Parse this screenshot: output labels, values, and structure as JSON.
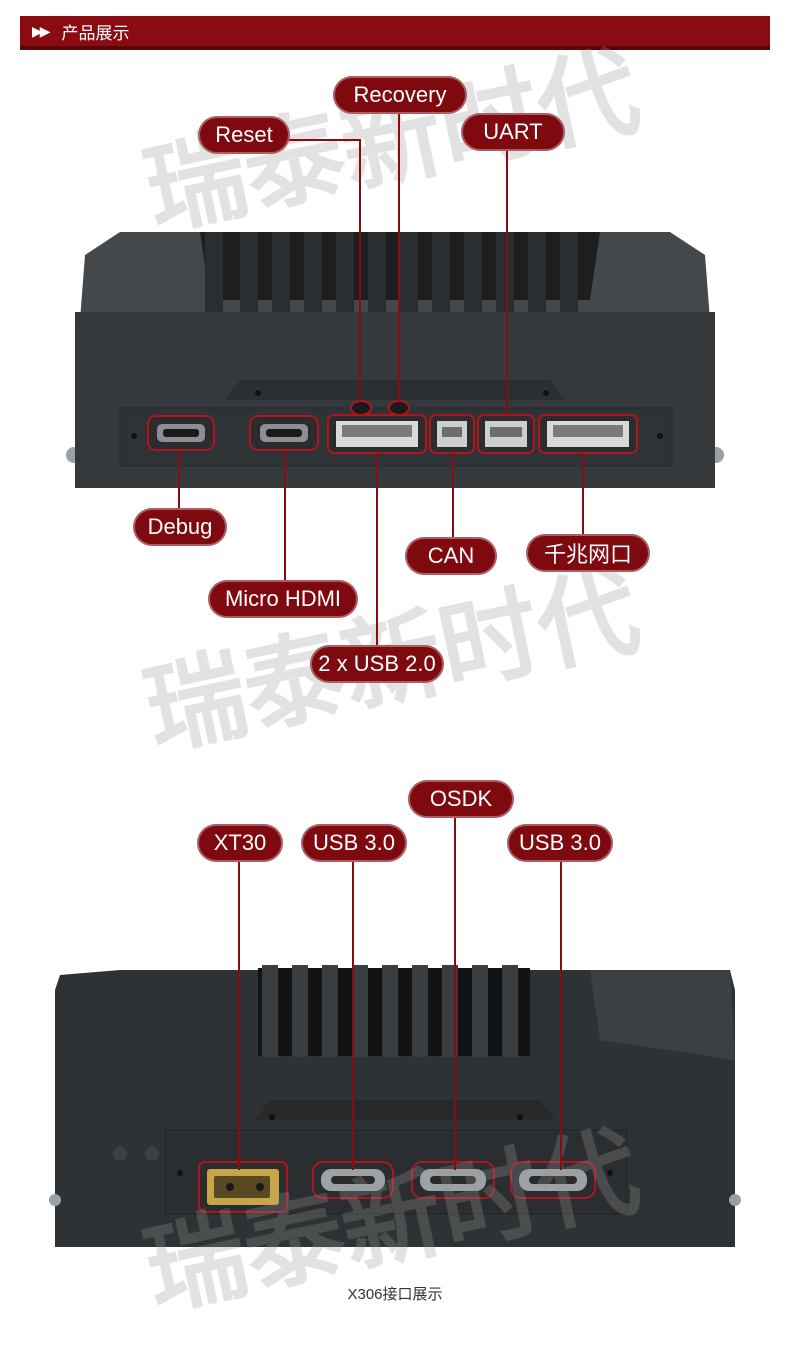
{
  "section": {
    "title": "产品展示",
    "arrows": "▶▶"
  },
  "watermark": "瑞泰新时代",
  "top_labels": {
    "reset": "Reset",
    "recovery": "Recovery",
    "uart": "UART",
    "debug": "Debug",
    "can": "CAN",
    "gigabit": "千兆网口",
    "micro_hdmi": "Micro HDMI",
    "usb2": "2 x USB 2.0"
  },
  "bottom_labels": {
    "xt30": "XT30",
    "usb3_left": "USB 3.0",
    "osdk": "OSDK",
    "usb3_right": "USB 3.0"
  },
  "caption": "X306接口展示",
  "colors": {
    "accent": "#8a0b12",
    "device": "#3a3d40"
  }
}
